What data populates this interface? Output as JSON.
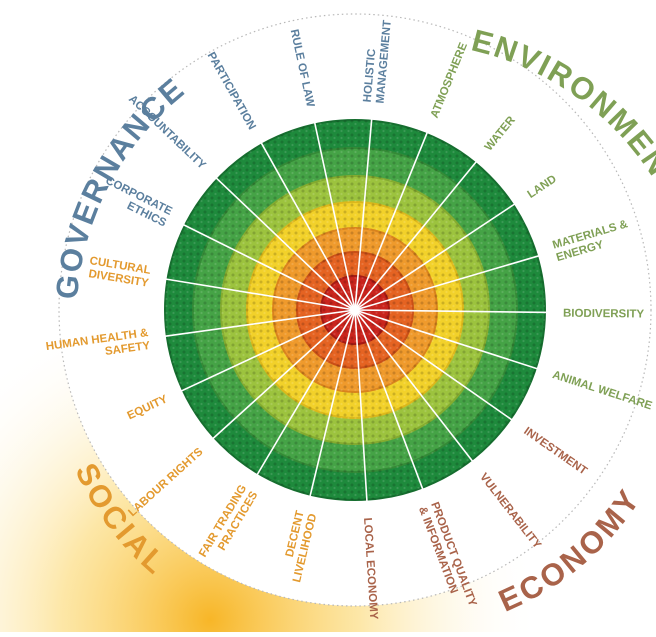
{
  "dimensions": {
    "governance": {
      "label": "GOVERNANCE",
      "color": "#5b7f9e"
    },
    "environment": {
      "label": "ENVIRONMENT",
      "color": "#7fa055"
    },
    "economy": {
      "label": "ECONOMY",
      "color": "#a9634a"
    },
    "social": {
      "label": "SOCIAL",
      "color": "#e39a2f"
    }
  },
  "themes": [
    {
      "label": "HOLISTIC MANAGEMENT",
      "lines": [
        "HOLISTIC",
        "MANAGEMENT"
      ],
      "dimension": "governance"
    },
    {
      "label": "ATMOSPHERE",
      "lines": [
        "ATMOSPHERE"
      ],
      "dimension": "environment"
    },
    {
      "label": "WATER",
      "lines": [
        "WATER"
      ],
      "dimension": "environment"
    },
    {
      "label": "LAND",
      "lines": [
        "LAND"
      ],
      "dimension": "environment"
    },
    {
      "label": "MATERIALS & ENERGY",
      "lines": [
        "MATERIALS &",
        "ENERGY"
      ],
      "dimension": "environment"
    },
    {
      "label": "BIODIVERSITY",
      "lines": [
        "BIODIVERSITY"
      ],
      "dimension": "environment"
    },
    {
      "label": "ANIMAL WELFARE",
      "lines": [
        "ANIMAL WELFARE"
      ],
      "dimension": "environment"
    },
    {
      "label": "INVESTMENT",
      "lines": [
        "INVESTMENT"
      ],
      "dimension": "economy"
    },
    {
      "label": "VULNERABILITY",
      "lines": [
        "VULNERABILITY"
      ],
      "dimension": "economy"
    },
    {
      "label": "PRODUCT QUALITY & INFORMATION",
      "lines": [
        "PRODUCT QUALITY",
        "& INFORMATION"
      ],
      "dimension": "economy"
    },
    {
      "label": "LOCAL ECONOMY",
      "lines": [
        "LOCAL ECONOMY"
      ],
      "dimension": "economy"
    },
    {
      "label": "DECENT LIVELIHOOD",
      "lines": [
        "DECENT",
        "LIVELIHOOD"
      ],
      "dimension": "social"
    },
    {
      "label": "FAIR TRADING PRACTICES",
      "lines": [
        "FAIR TRADING",
        "PRACTICES"
      ],
      "dimension": "social"
    },
    {
      "label": "LABOUR RIGHTS",
      "lines": [
        "LABOUR RIGHTS"
      ],
      "dimension": "social"
    },
    {
      "label": "EQUITY",
      "lines": [
        "EQUITY"
      ],
      "dimension": "social"
    },
    {
      "label": "HUMAN HEALTH & SAFETY",
      "lines": [
        "HUMAN HEALTH &",
        "SAFETY"
      ],
      "dimension": "social"
    },
    {
      "label": "CULTURAL DIVERSITY",
      "lines": [
        "CULTURAL",
        "DIVERSITY"
      ],
      "dimension": "social"
    },
    {
      "label": "CORPORATE ETHICS",
      "lines": [
        "CORPORATE",
        "ETHICS"
      ],
      "dimension": "governance"
    },
    {
      "label": "ACCOUNTABILITY",
      "lines": [
        "ACCOUNTABILITY"
      ],
      "dimension": "governance"
    },
    {
      "label": "PARTICIPATION",
      "lines": [
        "PARTICIPATION"
      ],
      "dimension": "governance"
    },
    {
      "label": "RULE OF LAW",
      "lines": [
        "RULE OF LAW"
      ],
      "dimension": "governance"
    }
  ],
  "rings": [
    {
      "color": "#1e8a3c",
      "shade": "#166e2f"
    },
    {
      "color": "#45a346",
      "shade": "#348a37"
    },
    {
      "color": "#9cc33e",
      "shade": "#84ab2f"
    },
    {
      "color": "#f2d12a",
      "shade": "#dcb81b"
    },
    {
      "color": "#ef9a2c",
      "shade": "#d9831d"
    },
    {
      "color": "#e56322",
      "shade": "#c94f17"
    },
    {
      "color": "#c9241d",
      "shade": "#a51a14"
    }
  ],
  "colors": {
    "glow": "#f7b21c",
    "dotted_circle": "#b8b8b8",
    "spoke": "#ffffff"
  }
}
